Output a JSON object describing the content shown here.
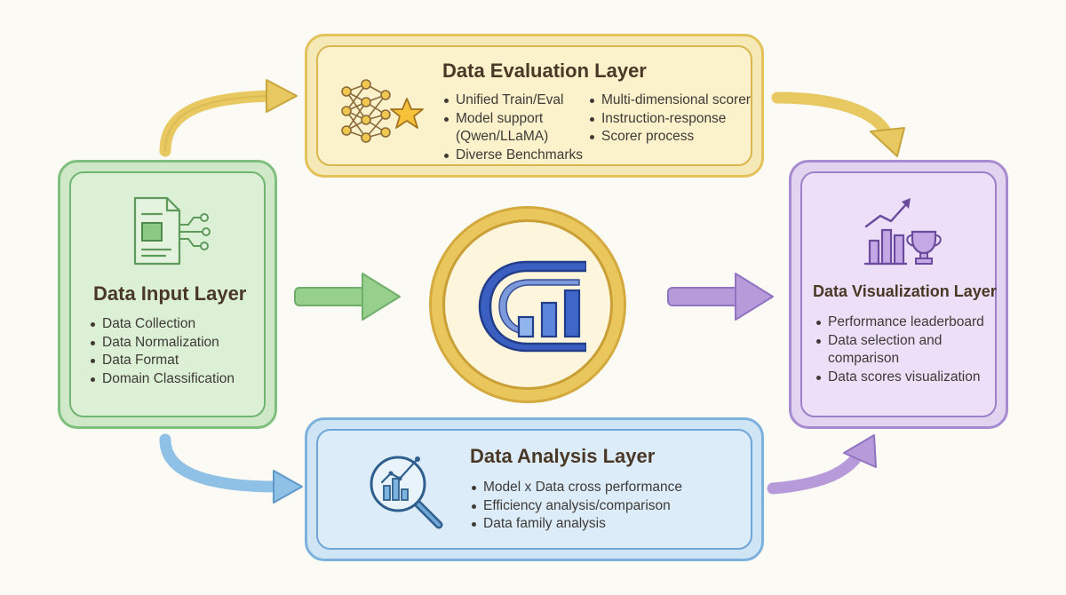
{
  "layers": {
    "evaluation": {
      "title": "Data Evaluation Layer",
      "icon": "neural-network-star-icon",
      "col1": [
        "Unified Train/Eval",
        "Model support",
        "(Qwen/LLaMA)",
        "Diverse Benchmarks"
      ],
      "col2": [
        "Multi-dimensional scorer",
        "Instruction-response",
        "Scorer process"
      ]
    },
    "input": {
      "title": "Data Input Layer",
      "icon": "document-circuit-icon",
      "items": [
        "Data Collection",
        "Data Normalization",
        "Data Format",
        "Domain Classification"
      ]
    },
    "visualization": {
      "title": "Data Visualization Layer",
      "icon": "bar-chart-trophy-icon",
      "items": [
        "Performance leaderboard",
        "Data selection and",
        "comparison",
        "Data scores visualization"
      ]
    },
    "analysis": {
      "title": "Data Analysis Layer",
      "icon": "magnifier-chart-icon",
      "items": [
        "Model x Data cross performance",
        "Efficiency analysis/comparison",
        "Data family analysis"
      ]
    }
  },
  "center": {
    "icon": "logo-bar-chart-emblem"
  },
  "colors": {
    "evaluation": "#e3c25a",
    "input": "#7fbf7e",
    "visualization": "#a78bd0",
    "analysis": "#7cb1dd",
    "center": "#d4aa3e"
  }
}
